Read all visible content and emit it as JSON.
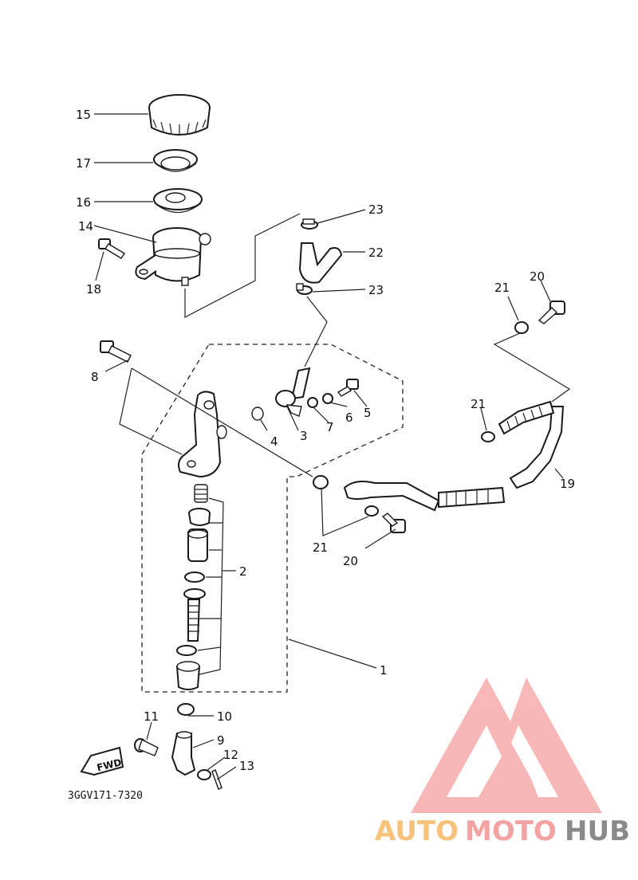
{
  "diagram": {
    "code": "3GGV171-7320",
    "fwd_label": "FWD",
    "callouts": [
      "1",
      "2",
      "3",
      "4",
      "5",
      "6",
      "7",
      "8",
      "9",
      "10",
      "11",
      "12",
      "13",
      "14",
      "15",
      "16",
      "17",
      "18",
      "19",
      "20",
      "21",
      "22",
      "23"
    ]
  },
  "watermark": {
    "text_a": "AUTO",
    "text_b": "MOTO",
    "text_c": "HUB",
    "color_a": "#f7c27a",
    "color_b": "#f4a3a3",
    "color_c": "#8a8a8a",
    "logo_color": "#f08a8a"
  }
}
